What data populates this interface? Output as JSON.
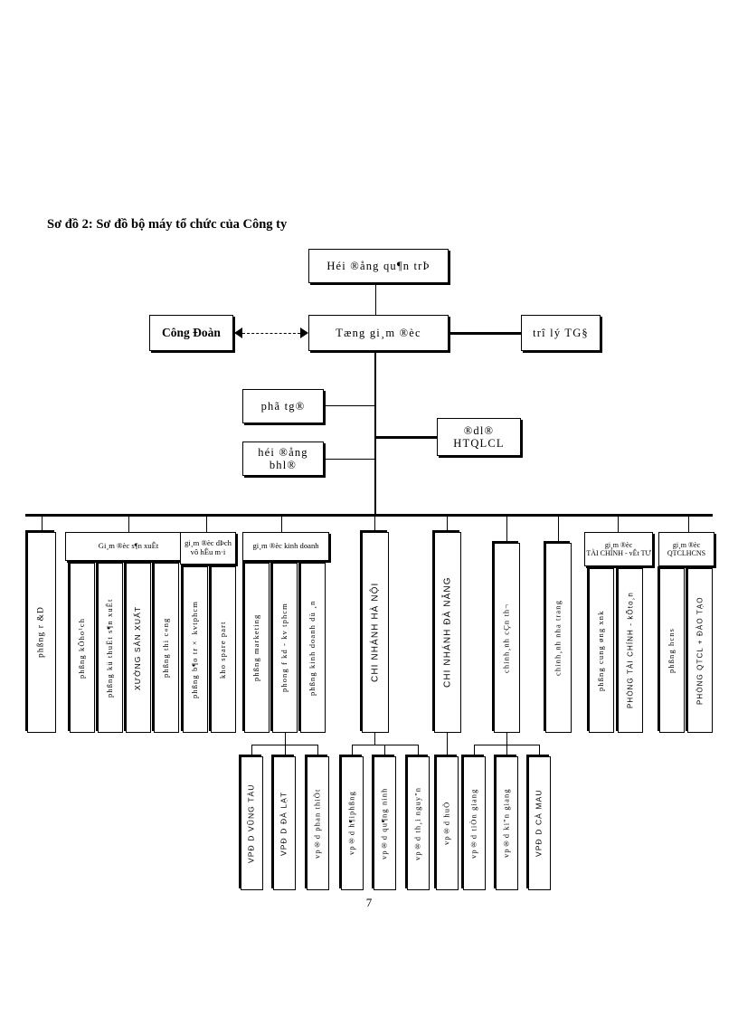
{
  "document": {
    "title": "Sơ đồ 2: Sơ đồ bộ máy tổ chức của Công ty",
    "page_number": "7"
  },
  "top": {
    "board": "Héi ®ång qu¶n trÞ",
    "union": "Công Đoàn",
    "general_director": "Tæng gi¸m ®èc",
    "assistant": "trî lý TG§"
  },
  "middle": {
    "deputy": "phã tg®",
    "safety_council": "héi ®ång bhl®",
    "qms": "®dl® HTQLCL"
  },
  "groups": [
    {
      "header": null,
      "items": [
        {
          "label": "phßng r &D"
        }
      ]
    },
    {
      "header": {
        "line1": "Gi¸m ®èc s¶n xuÊt",
        "line2": ""
      },
      "items": [
        {
          "label": "phßng kÕho¹ch"
        },
        {
          "label": "phßng kü thuËt s¶n xuÊt"
        },
        {
          "label": "XƯỞNG SẢN XUẤT"
        },
        {
          "label": "phßng thi c«ng"
        }
      ]
    },
    {
      "header": {
        "line1": "gi¸m ®èc dÞch",
        "line2": "vô hÊu m·i"
      },
      "items": [
        {
          "label": "phßng b¶o tr× kvtphcm"
        },
        {
          "label": "kho spare part"
        }
      ]
    },
    {
      "header": {
        "line1": "gi¸m ®èc kinh doanh",
        "line2": ""
      },
      "items": [
        {
          "label": "phßng marketing"
        },
        {
          "label": "phong f kd - kv tphcm"
        },
        {
          "label": "phßng kinh doanh dù ¸n"
        }
      ]
    },
    {
      "header": null,
      "items": [
        {
          "label": "CHI NHÁNH HÀ NỘI"
        }
      ]
    },
    {
      "header": null,
      "items": [
        {
          "label": "CHI NHÁNH ĐÀ NẴNG"
        }
      ]
    },
    {
      "header": null,
      "items": [
        {
          "label": "chinh¸nh cÇn th¬"
        }
      ]
    },
    {
      "header": null,
      "items": [
        {
          "label": "chinh¸nh nha trang"
        }
      ]
    },
    {
      "header": {
        "line1": "gi¸m ®èc",
        "line2": "TÀI CHÍNH - vÊt TƯ"
      },
      "items": [
        {
          "label": "phßng cung øng xnk"
        },
        {
          "label": "PHÒNG TÀI CHÍNH - kÕto¸n"
        }
      ]
    },
    {
      "header": {
        "line1": "gi¸m ®èc",
        "line2": "QTCLHCNS"
      },
      "items": [
        {
          "label": "phßng hcns"
        },
        {
          "label": "PHÒNG QTCL + ĐÀO TẠO"
        }
      ]
    }
  ],
  "sub_offices": {
    "kinh_doanh": [
      {
        "label": "VPĐ D VŨNG TÀU"
      },
      {
        "label": "VPĐ D ĐÀ LẠT"
      },
      {
        "label": "vp®d phan thiÕt"
      }
    ],
    "ha_noi": [
      {
        "label": "vp®d h¶iphßng"
      },
      {
        "label": "vp®d qu¶ng ninh"
      },
      {
        "label": "vp®d th¸i nguy\"n"
      }
    ],
    "da_nang": [
      {
        "label": "vp®d huÕ"
      }
    ],
    "can_tho": [
      {
        "label": "vp®d tiÒn giang"
      },
      {
        "label": "vp®d ki\"n giang"
      },
      {
        "label": "VPĐ D CÀ MAU"
      }
    ]
  },
  "colors": {
    "line": "#000000",
    "background": "#ffffff"
  }
}
